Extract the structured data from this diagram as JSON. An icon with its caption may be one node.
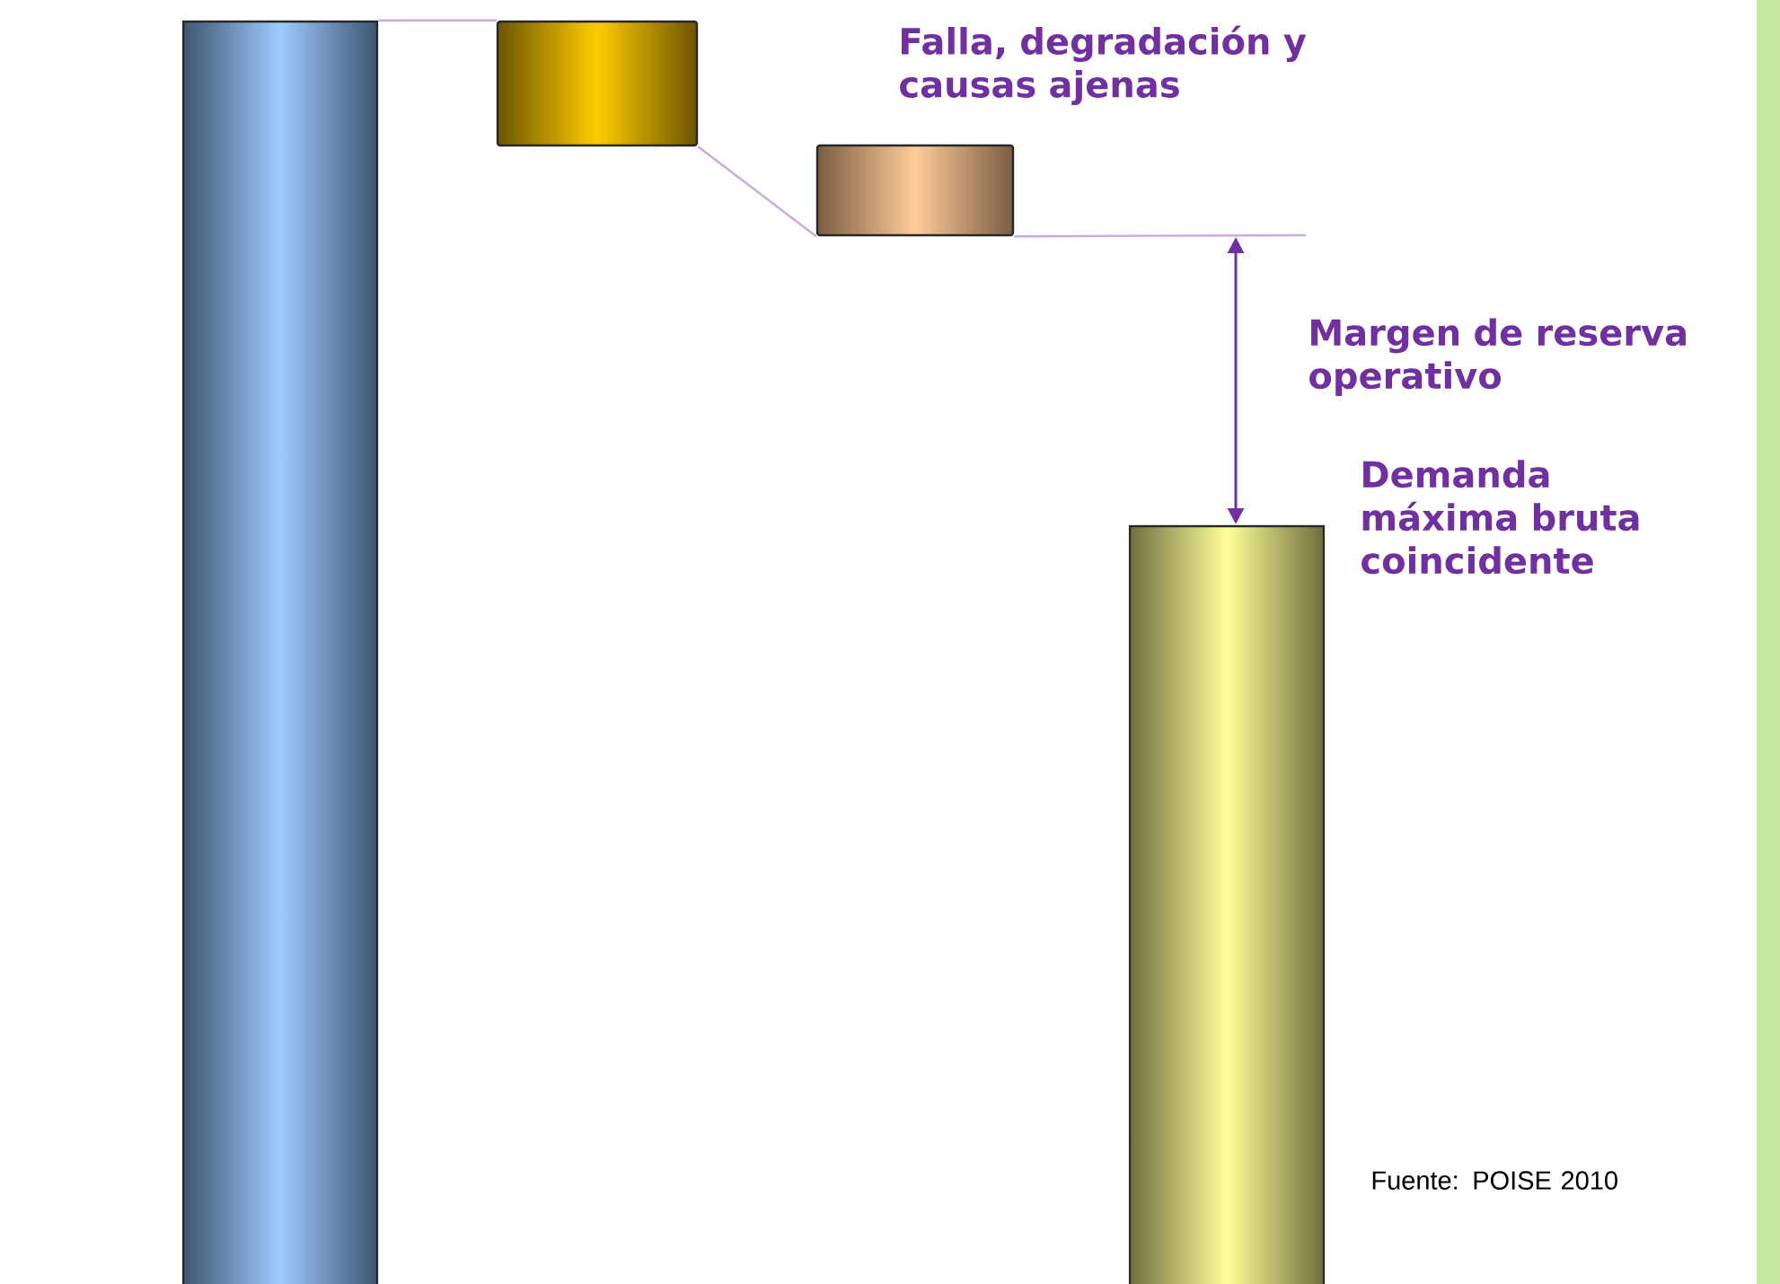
{
  "diagram": {
    "nodes": [
      {
        "text": [],
        "shape": "bar"
      },
      {
        "text": [],
        "shape": "box"
      },
      {
        "text": [],
        "shape": "box"
      },
      {
        "text": [],
        "shape": "bar",
        "beside": [
          "Demanda máxima bruta coincidente"
        ]
      }
    ],
    "edges": [
      {
        "from": 0,
        "to": 1,
        "arrow": "none"
      },
      {
        "from": 1,
        "to": 2,
        "arrow": "none"
      },
      {
        "from": 2,
        "to": null,
        "arrow": "none"
      }
    ],
    "labels": [
      "Falla, degradación y causas ajenas",
      "Margen de reserva operativo",
      "Fuente: POISE 2010"
    ]
  }
}
